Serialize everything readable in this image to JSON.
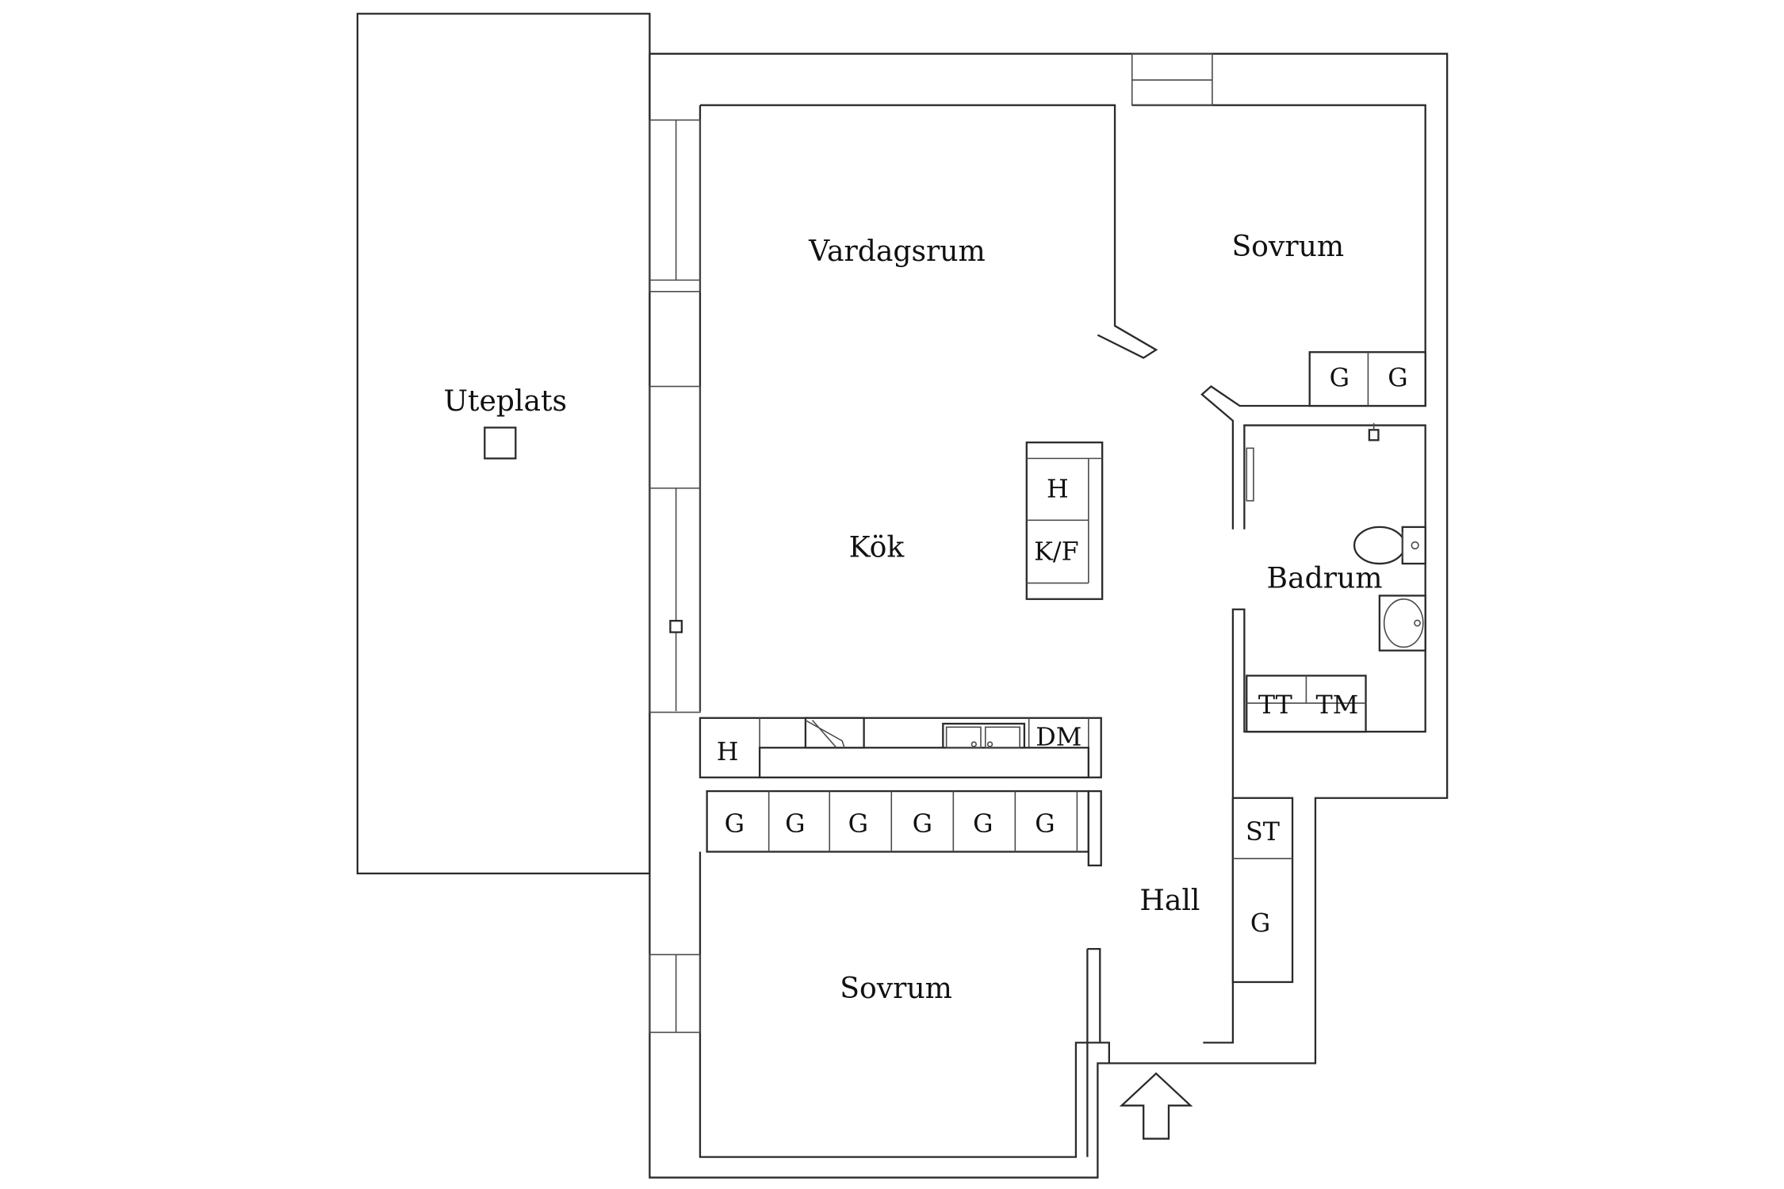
{
  "rooms": {
    "uteplats": "Uteplats",
    "vardagsrum": "Vardagsrum",
    "sovrum_top": "Sovrum",
    "kok": "Kök",
    "badrum": "Badrum",
    "hall": "Hall",
    "sovrum_bottom": "Sovrum"
  },
  "fixtures": {
    "island_h": "H",
    "island_kf": "K/F",
    "wardrobe_top_1": "G",
    "wardrobe_top_2": "G",
    "kitchen_h": "H",
    "dishwasher": "DM",
    "tt": "TT",
    "tm": "TM",
    "st": "ST",
    "hall_wardrobe": "G",
    "wardrobes_row": [
      "G",
      "G",
      "G",
      "G",
      "G",
      "G"
    ]
  },
  "icons": {
    "entrance": "entrance-arrow-icon",
    "toilet": "toilet-icon",
    "sink": "sink-icon",
    "kitchen_sink": "kitchen-sink-icon",
    "stove": "stove-icon"
  }
}
